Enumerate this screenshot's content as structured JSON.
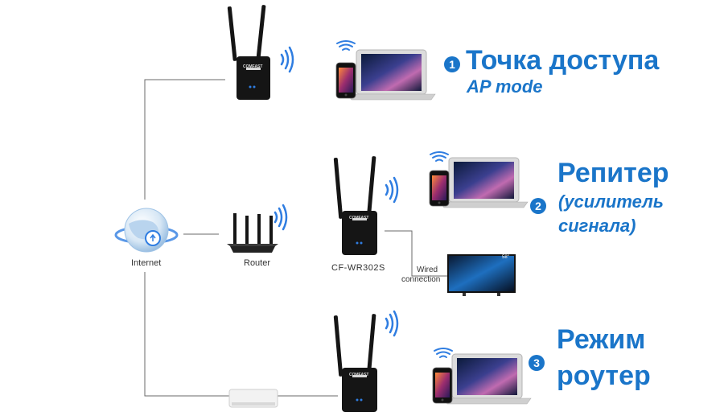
{
  "labels": {
    "internet": "Internet",
    "router": "Router",
    "device_model": "CF-WR302S",
    "wired_line1": "Wired",
    "wired_line2": "connection",
    "brand": "COMFAST",
    "tv_size": "58\""
  },
  "modes": [
    {
      "number": "1",
      "title": "Точка доступа",
      "subtitle": "AP mode"
    },
    {
      "number": "2",
      "title": "Репитер",
      "subtitle_line1": "(усилитель",
      "subtitle_line2": "сигнала)"
    },
    {
      "number": "3",
      "title_line1": "Режим",
      "title_line2": "роутер"
    }
  ],
  "colors": {
    "accent": "#1a75c9",
    "line": "#6a6a6a",
    "device": "#151515",
    "led": "#2f7de1"
  }
}
